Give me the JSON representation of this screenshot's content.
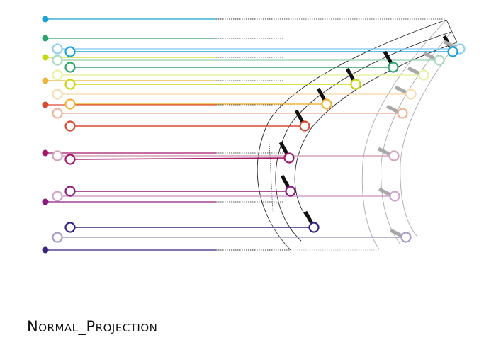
{
  "caption": "Normal_Projection",
  "colors": {
    "frame": "#222222",
    "ghost_frame": "#aaaaaa",
    "connector": "#111111",
    "ghost_connector": "#a8a8a8"
  },
  "tracks": [
    {
      "id": "blue",
      "color": "#1ba3d8",
      "faded": "#8fd0ef"
    },
    {
      "id": "green",
      "color": "#2ba56c",
      "faded": "#a6d9bf"
    },
    {
      "id": "lime",
      "color": "#c6d80e",
      "faded": "#e9f2a6"
    },
    {
      "id": "orange",
      "color": "#f0b43c",
      "faded": "#f8ddb0"
    },
    {
      "id": "red",
      "color": "#d94a32",
      "faded": "#efb39a"
    },
    {
      "id": "magenta",
      "color": "#a4176a",
      "faded": "#d4a3b8"
    },
    {
      "id": "purple",
      "color": "#8c1a80",
      "faded": "#cfa3cd"
    },
    {
      "id": "indigo",
      "color": "#3a2380",
      "faded": "#a79cc6"
    }
  ]
}
